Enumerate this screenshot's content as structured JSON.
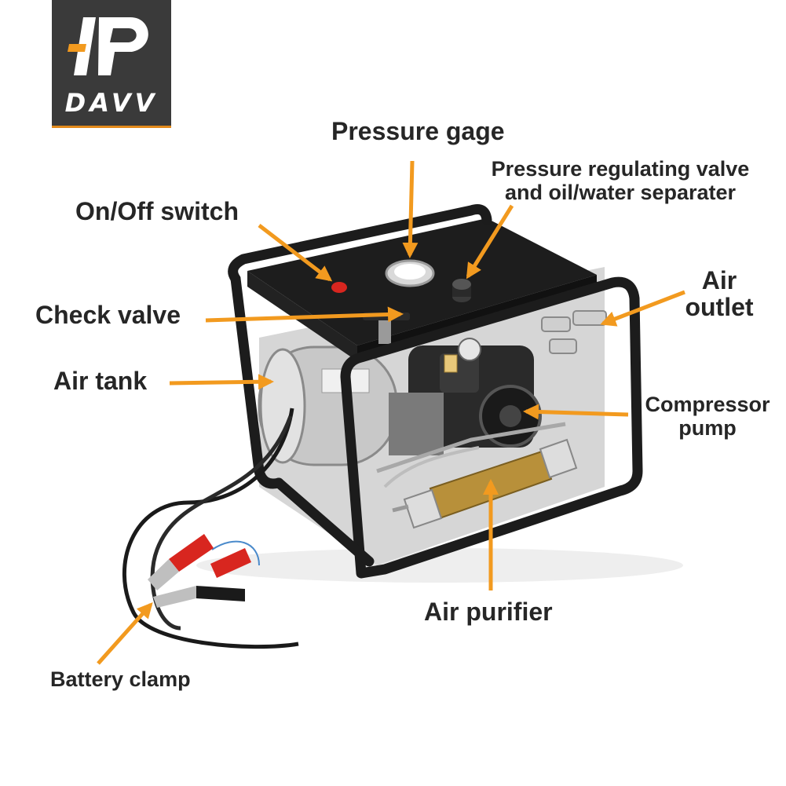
{
  "brand": {
    "logo_text": "DAVV",
    "accent": "#f29a1f",
    "background": "#3a3a3a"
  },
  "labels": {
    "pressure_gage": "Pressure gage",
    "pressure_valve_line1": "Pressure regulating valve",
    "pressure_valve_line2": "and oil/water separater",
    "on_off_switch": "On/Off switch",
    "check_valve": "Check valve",
    "air_tank": "Air tank",
    "air_outlet_line1": "Air",
    "air_outlet_line2": "outlet",
    "compressor_line1": "Compressor",
    "compressor_line2": "pump",
    "air_purifier": "Air purifier",
    "battery_clamp": "Battery clamp"
  },
  "colors": {
    "arrow": "#f29a1f",
    "label_text": "#262626",
    "frame": "#1c1c1c",
    "tank": "#c9c9c9",
    "purifier": "#b8903a",
    "clamp_red": "#d8261f"
  }
}
